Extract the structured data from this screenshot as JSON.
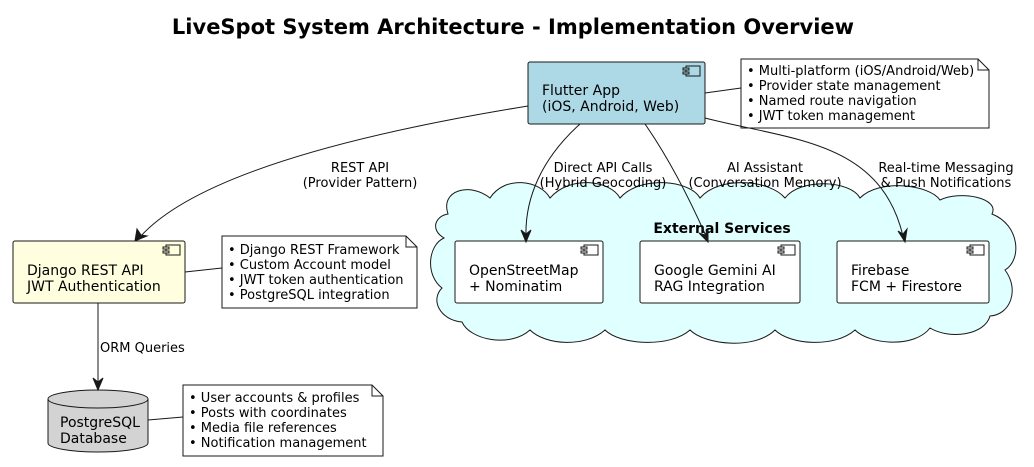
{
  "title": "LiveSpot System Architecture - Implementation Overview",
  "colors": {
    "flutter_fill": "#ADD8E6",
    "django_fill": "#FFFFE0",
    "external_fill": "#E0FFFF",
    "component_fill": "#FFFFFF",
    "database_fill": "#D3D3D3",
    "note_fill": "#FFFFFF",
    "stroke": "#181818"
  },
  "components": {
    "flutter": {
      "lines": [
        "Flutter App",
        "(iOS, Android, Web)"
      ],
      "icon": "component-icon"
    },
    "django": {
      "lines": [
        "Django REST API",
        "JWT Authentication"
      ],
      "icon": "component-icon"
    },
    "osm": {
      "lines": [
        "OpenStreetMap",
        "+ Nominatim"
      ],
      "icon": "component-icon"
    },
    "gemini": {
      "lines": [
        "Google Gemini AI",
        "RAG Integration"
      ],
      "icon": "component-icon"
    },
    "firebase": {
      "lines": [
        "Firebase",
        "FCM + Firestore"
      ],
      "icon": "component-icon"
    }
  },
  "database": {
    "lines": [
      "PostgreSQL",
      "Database"
    ],
    "icon": "database-cylinder"
  },
  "external_group": {
    "label": "External Services"
  },
  "notes": {
    "flutter": [
      "• Multi-platform (iOS/Android/Web)",
      "• Provider state management",
      "• Named route navigation",
      "• JWT token management"
    ],
    "django": [
      "• Django REST Framework",
      "• Custom Account model",
      "• JWT token authentication",
      "• PostgreSQL integration"
    ],
    "database": [
      "• User accounts & profiles",
      "• Posts with coordinates",
      "• Media file references",
      "• Notification management"
    ]
  },
  "edges": {
    "rest": [
      "REST API",
      "(Provider Pattern)"
    ],
    "direct": [
      "Direct API Calls",
      "(Hybrid Geocoding)"
    ],
    "ai": [
      "AI Assistant",
      "(Conversation Memory)"
    ],
    "realtime": [
      "Real-time Messaging",
      "& Push Notifications"
    ],
    "orm": [
      "ORM Queries"
    ]
  }
}
